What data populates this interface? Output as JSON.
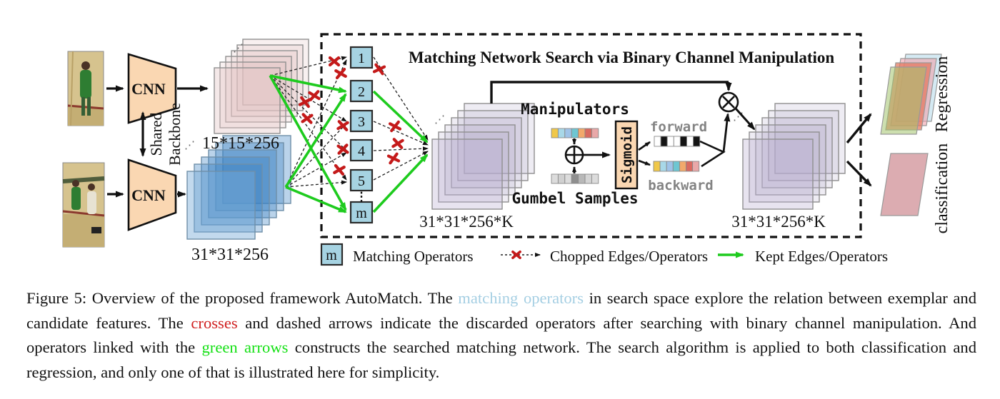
{
  "diagram": {
    "cnn_label": "CNN",
    "shared_backbone_line1": "Shared",
    "shared_backbone_line2": "Backbone",
    "exemplar_dims": "15*15*256",
    "candidate_dims": "31*31*256",
    "search_title": "Matching Network Search via Binary Channel Manipulation",
    "operators": [
      "1",
      "2",
      "3",
      "4",
      "5"
    ],
    "operators_ellipsis": "⋮",
    "operator_m": "m",
    "stack_ellipsis": "⋰",
    "feature_dims_k": "31*31*256*K",
    "manipulators_label": "Manipulators",
    "gumbel_label": "Gumbel Samples",
    "sigmoid_label": "Sigmoid",
    "forward_label": "forward",
    "backward_label": "backward",
    "regression_label": "Regression",
    "classification_label": "classification",
    "strips": {
      "manipulators": [
        "#f0c84a",
        "#a8d8e8",
        "#9fc3e8",
        "#6ec6d2",
        "#f2a96b",
        "#d96a60",
        "#e9a8a8"
      ],
      "gumbel": [
        "#dcdcdc",
        "#d0d0d0",
        "#dcdcdc",
        "#8f8f8f",
        "#b8b8b8",
        "#d4d4d4",
        "#dcdcdc"
      ],
      "forward": [
        "#ffffff",
        "#141414",
        "#ffffff",
        "#ffffff",
        "#141414",
        "#ffffff",
        "#141414"
      ],
      "backward": [
        "#f0c84a",
        "#a8d8e8",
        "#9fc3e8",
        "#6ec6d2",
        "#f2a96b",
        "#d96a60",
        "#e9a8a8"
      ]
    },
    "colors": {
      "kept_edge": "#1ecb1e",
      "chopped_cross": "#c41a1a",
      "operator_box": "#a6d3e2",
      "cnn_block": "#fad7b2",
      "sigmoid_block": "#fad7b2"
    }
  },
  "legend": {
    "operator_symbol": "m",
    "matching_operators": "Matching Operators",
    "chopped": "Chopped Edges/Operators",
    "kept": "Kept Edges/Operators"
  },
  "caption": {
    "p1": "Figure 5:  Overview of the proposed framework AutoMatch.  The ",
    "h1": "matching operators",
    "p2": " in search space explore the relation between exemplar and candidate features.  The ",
    "h2": "crosses",
    "p3": " and dashed arrows indicate the discarded operators after searching with binary channel manipulation.  And operators linked with the ",
    "h3": "green arrows",
    "p4": " constructs the searched matching network. The search algorithm is applied to both classification and regression, and only one of that is illustrated here for simplicity.",
    "highlight_colors": {
      "h1": "#a5cfe3",
      "h2": "#d02020",
      "h3": "#15e015"
    }
  }
}
